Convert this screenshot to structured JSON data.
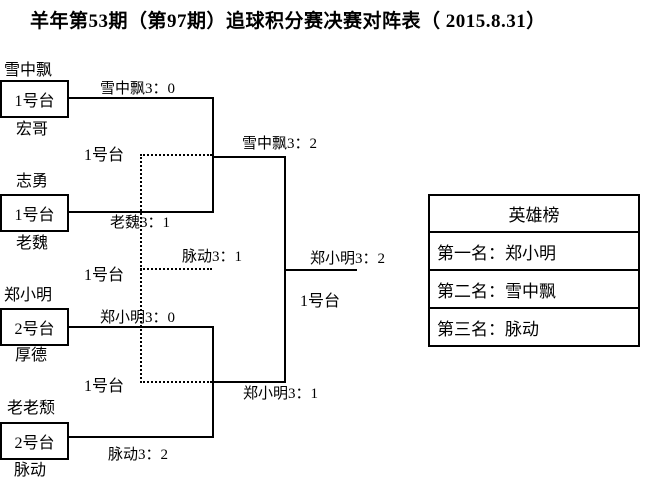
{
  "title": "羊年第53期（第97期）追球积分赛决赛对阵表（ 2015.8.31）",
  "bracket": {
    "round1": [
      {
        "top": "雪中飘",
        "table": "1号台",
        "bottom": "宏哥",
        "result": "雪中飘3：0"
      },
      {
        "top": "志勇",
        "table": "1号台",
        "bottom": "老魏",
        "result": "老魏3：1"
      },
      {
        "top": "郑小明",
        "table": "2号台",
        "bottom": "厚德",
        "result": "郑小明3：0"
      },
      {
        "top": "老老颓",
        "table": "2号台",
        "bottom": "脉动",
        "result": "脉动3：2"
      }
    ],
    "semifinals": [
      {
        "table": "1号台",
        "result": "雪中飘3：2"
      },
      {
        "table": "1号台",
        "result": "郑小明3：1"
      }
    ],
    "third_place": {
      "table": "1号台",
      "result": "脉动3：1"
    },
    "final": {
      "table": "1号台",
      "result": "郑小明3：2"
    }
  },
  "leaderboard": {
    "title": "英雄榜",
    "rows": [
      "第一名：郑小明",
      "第二名：雪中飘",
      "第三名：脉动"
    ]
  },
  "colors": {
    "line": "#000000",
    "background": "#ffffff"
  }
}
